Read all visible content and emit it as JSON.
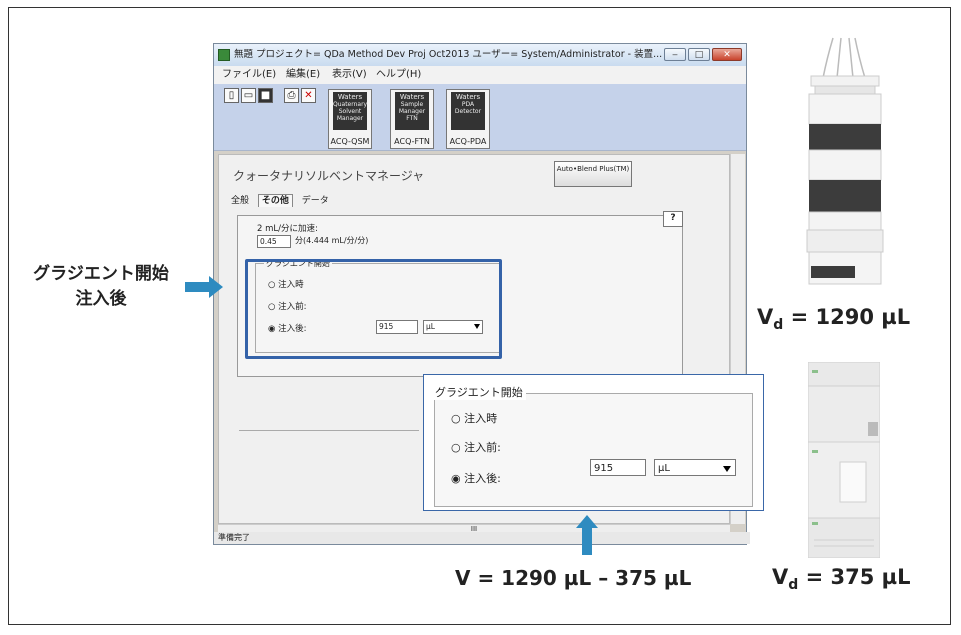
{
  "window": {
    "title": "無題 プロジェクト= QDa Method Dev Proj Oct2013 ユーザー= System/Administrator - 装置...",
    "controls": [
      "‒",
      "□",
      "✕"
    ],
    "menu": [
      "ファイル(E)",
      "編集(E)",
      "表示(V)",
      "ヘルプ(H)"
    ],
    "modules": [
      {
        "brand": "Waters",
        "sub": "Quaternary Solvent Manager",
        "label": "ACQ-QSM"
      },
      {
        "brand": "Waters",
        "sub": "Sample Manager FTN",
        "label": "ACQ-FTN"
      },
      {
        "brand": "Waters",
        "sub": "PDA Detector",
        "label": "ACQ-PDA"
      }
    ],
    "panel_title": "クォータナリソルベントマネージャ",
    "blend_button": "Auto•Blend Plus(TM)",
    "tabs": [
      "全般",
      "その他",
      "データ"
    ],
    "help": "?",
    "flow_label": "2 mL/分に加速:",
    "flow_value": "0.45",
    "flow_unit": "分(4.444 mL/分/分)",
    "status": "準備完了",
    "scroll_marker": "III"
  },
  "gradient_group": {
    "legend": "グラジエント開始",
    "options": [
      "注入時",
      "注入前:",
      "注入後:"
    ],
    "selected_index": 2,
    "value": "915",
    "unit": "µL"
  },
  "annotations": {
    "left_label_line1": "グラジエント開始",
    "left_label_line2": "注入後",
    "formula": "V = 1290 µL – 375 µL",
    "vd_top_prefix": "V",
    "vd_top_sub": "d",
    "vd_top_value": " = 1290 µL",
    "vd_bottom_prefix": "V",
    "vd_bottom_sub": "d",
    "vd_bottom_value": " = 375 µL"
  },
  "colors": {
    "highlight": "#3462a8",
    "arrow": "#2e8bc0"
  }
}
